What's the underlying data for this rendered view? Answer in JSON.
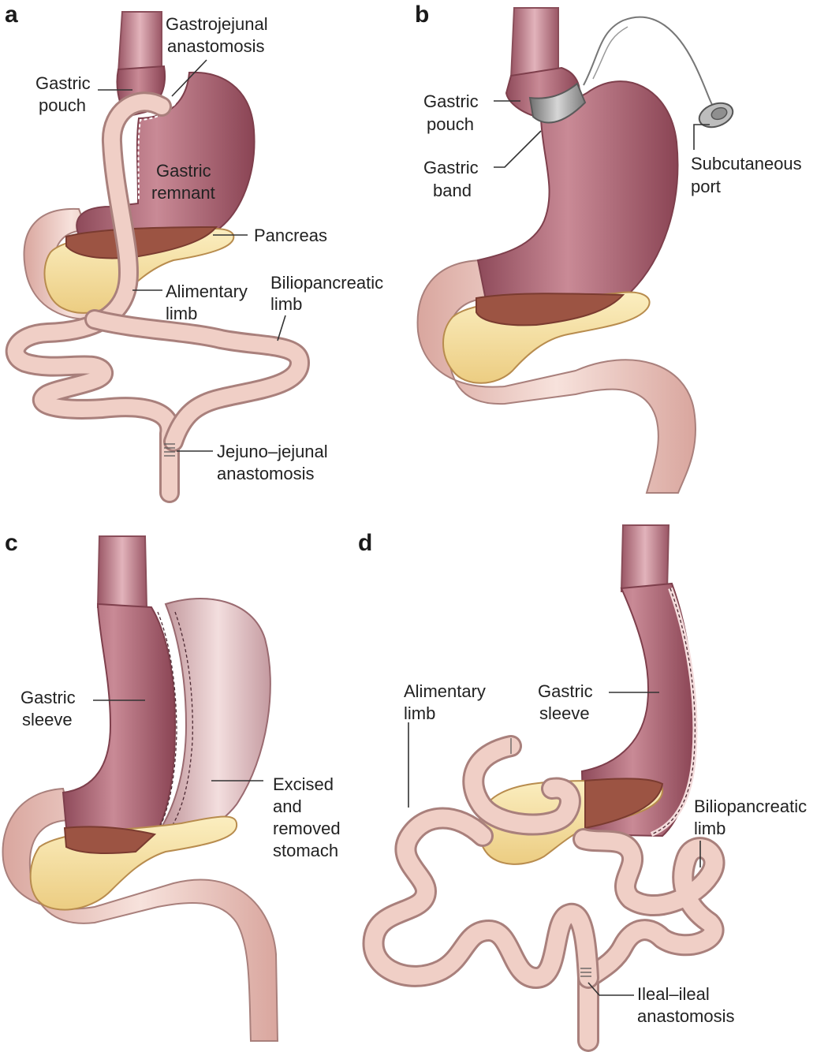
{
  "panels": {
    "a": {
      "letter": "a",
      "labels": {
        "gastric_pouch": [
          "Gastric",
          "pouch"
        ],
        "gastrojejunal": [
          "Gastrojejunal",
          "anastomosis"
        ],
        "gastric_remnant": [
          "Gastric",
          "remnant"
        ],
        "pancreas": [
          "Pancreas"
        ],
        "alimentary_limb": [
          "Alimentary",
          "limb"
        ],
        "biliopancreatic_limb": [
          "Biliopancreatic",
          "limb"
        ],
        "jejuno_jejunal": [
          "Jejuno–jejunal",
          "anastomosis"
        ]
      }
    },
    "b": {
      "letter": "b",
      "labels": {
        "gastric_pouch": [
          "Gastric",
          "pouch"
        ],
        "gastric_band": [
          "Gastric",
          "band"
        ],
        "subcutaneous_port": [
          "Subcutaneous",
          "port"
        ]
      }
    },
    "c": {
      "letter": "c",
      "labels": {
        "gastric_sleeve": [
          "Gastric",
          "sleeve"
        ],
        "excised_stomach": [
          "Excised",
          "and",
          "removed",
          "stomach"
        ]
      }
    },
    "d": {
      "letter": "d",
      "labels": {
        "alimentary_limb": [
          "Alimentary",
          "limb"
        ],
        "gastric_sleeve": [
          "Gastric",
          "sleeve"
        ],
        "biliopancreatic_limb": [
          "Biliopancreatic",
          "limb"
        ],
        "ileal_ileal": [
          "Ileal–ileal",
          "anastomosis"
        ]
      }
    }
  },
  "colors": {
    "stomach": "#a8606f",
    "stomach_light": "#e7c6c6",
    "intestine": "#ecc4bc",
    "pancreas": "#f5dfa0",
    "pancreas_dark": "#9c5443",
    "band": "#8c8c8c"
  }
}
